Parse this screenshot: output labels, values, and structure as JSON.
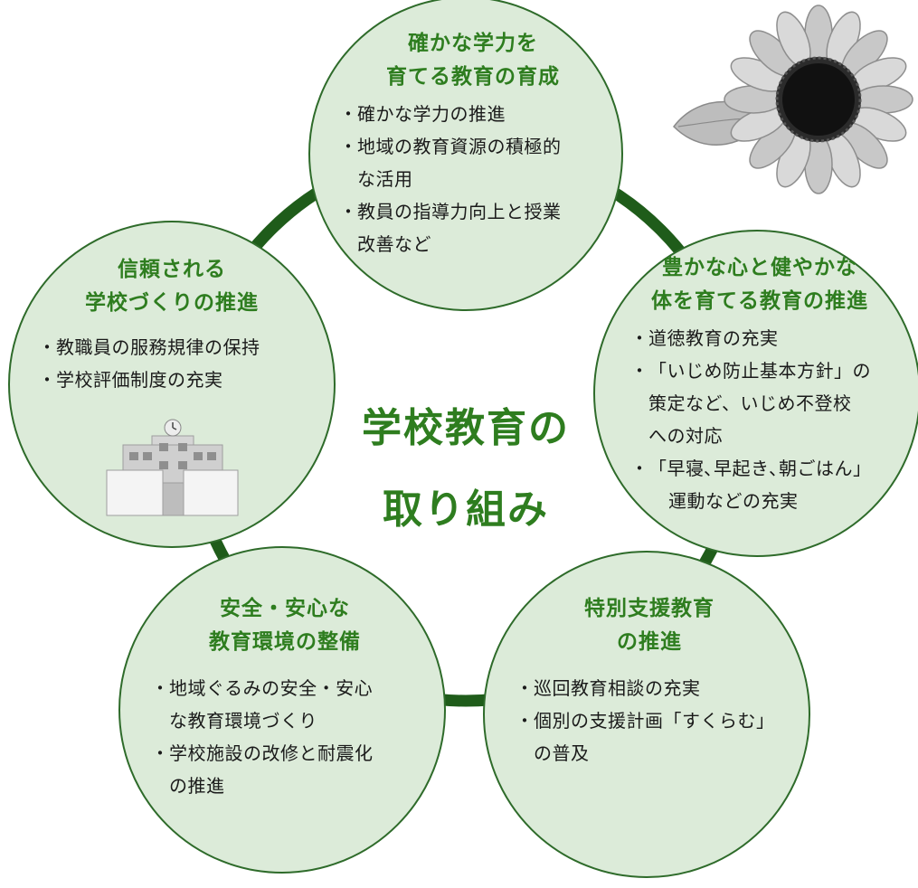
{
  "colors": {
    "circle_fill": "#dcebd9",
    "circle_stroke": "#2e6b2a",
    "ring": "#1f5c1a",
    "title_green": "#2e7d1f"
  },
  "center": {
    "line1": "学校教育の",
    "line2": "取り組み"
  },
  "bullet": "・",
  "circles": {
    "top": {
      "title1": "確かな学力を",
      "title2": "育てる教育の育成",
      "items": [
        "確かな学力の推進",
        "地域の教育資源の積極的",
        "な活用",
        "教員の指導力向上と授業",
        "改善など"
      ]
    },
    "right": {
      "title1": "豊かな心と健やかな",
      "title2": "体を育てる教育の推進",
      "items": [
        "道徳教育の充実",
        "「いじめ防止基本方針」の",
        "策定など、いじめ不登校",
        "への対応",
        "「早寝､早起き､朝ごはん」",
        "運動などの充実"
      ]
    },
    "bottom_right": {
      "title1": "特別支援教育",
      "title2": "の推進",
      "items": [
        "巡回教育相談の充実",
        "個別の支援計画「すくらむ」",
        "の普及"
      ]
    },
    "bottom_left": {
      "title1": "安全・安心な",
      "title2": "教育環境の整備",
      "items": [
        "地域ぐるみの安全・安心",
        "な教育環境づくり",
        "学校施設の改修と耐震化",
        "の推進"
      ]
    },
    "left": {
      "title1": "信頼される",
      "title2": "学校づくりの推進",
      "items": [
        "教職員の服務規律の保持",
        "学校評価制度の充実"
      ]
    }
  },
  "icons": [
    "sunflower-icon",
    "school-building-icon"
  ]
}
